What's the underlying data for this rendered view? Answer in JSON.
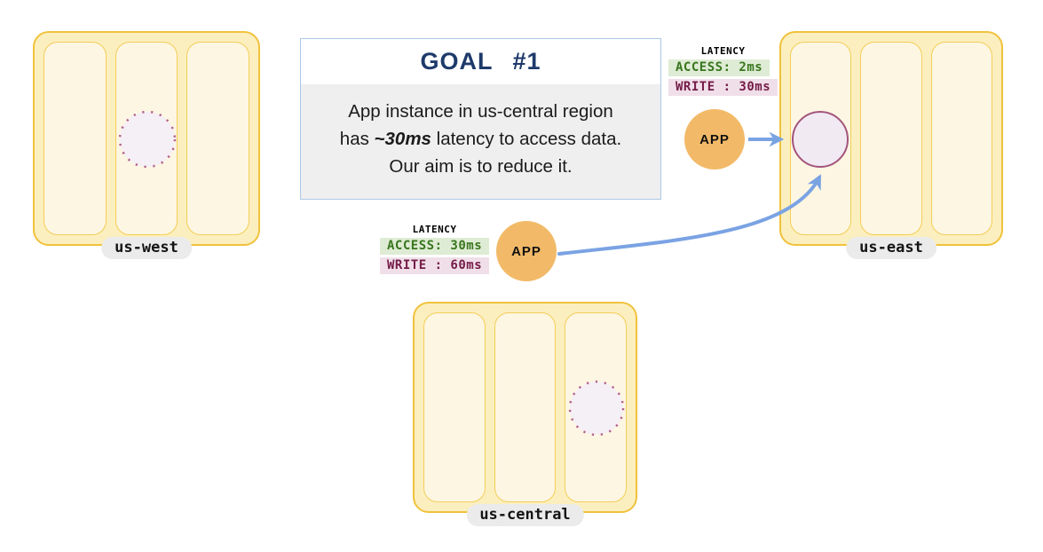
{
  "diagram": {
    "goal": {
      "title": "GOAL #1",
      "body": {
        "line1": "App instance in us-central region",
        "line2_prefix": "has ",
        "line2_emphasis": "~30ms",
        "line2_suffix": " latency to access data.",
        "line3": "Our aim is to reduce it."
      }
    },
    "regions": [
      {
        "id": "us-west",
        "label": "us-west",
        "zones": 3,
        "replica_style": "dotted"
      },
      {
        "id": "us-east",
        "label": "us-east",
        "zones": 3,
        "replica_style": "solid"
      },
      {
        "id": "us-central",
        "label": "us-central",
        "zones": 3,
        "replica_style": "dotted"
      }
    ],
    "apps": [
      {
        "id": "app-us-east",
        "label": "APP",
        "latency": {
          "title": "LATENCY",
          "access": "ACCESS: 2ms",
          "write": "WRITE : 30ms"
        }
      },
      {
        "id": "app-us-central",
        "label": "APP",
        "latency": {
          "title": "LATENCY",
          "access": "ACCESS: 30ms",
          "write": "WRITE : 60ms"
        }
      }
    ],
    "colors": {
      "region_fill": "#fcefbf",
      "region_border": "#f0c23c",
      "zone_fill": "#fdf6e2",
      "zone_border": "#f3ce58",
      "label_pill_bg": "#ebebeb",
      "goal_border": "#abc7e6",
      "goal_title_text": "#1e3a6b",
      "goal_body_bg": "#efefef",
      "app_circle": "#f2ba68",
      "arrow": "#7aa3e3",
      "replica_fill": "#f2eaf3",
      "replica_border": "#a3557d",
      "replica_dotted_border": "#b4628e",
      "access_text": "#38761d",
      "access_bg": "#dfecd5",
      "write_text": "#741b47",
      "write_bg": "#f0dfe9"
    }
  }
}
